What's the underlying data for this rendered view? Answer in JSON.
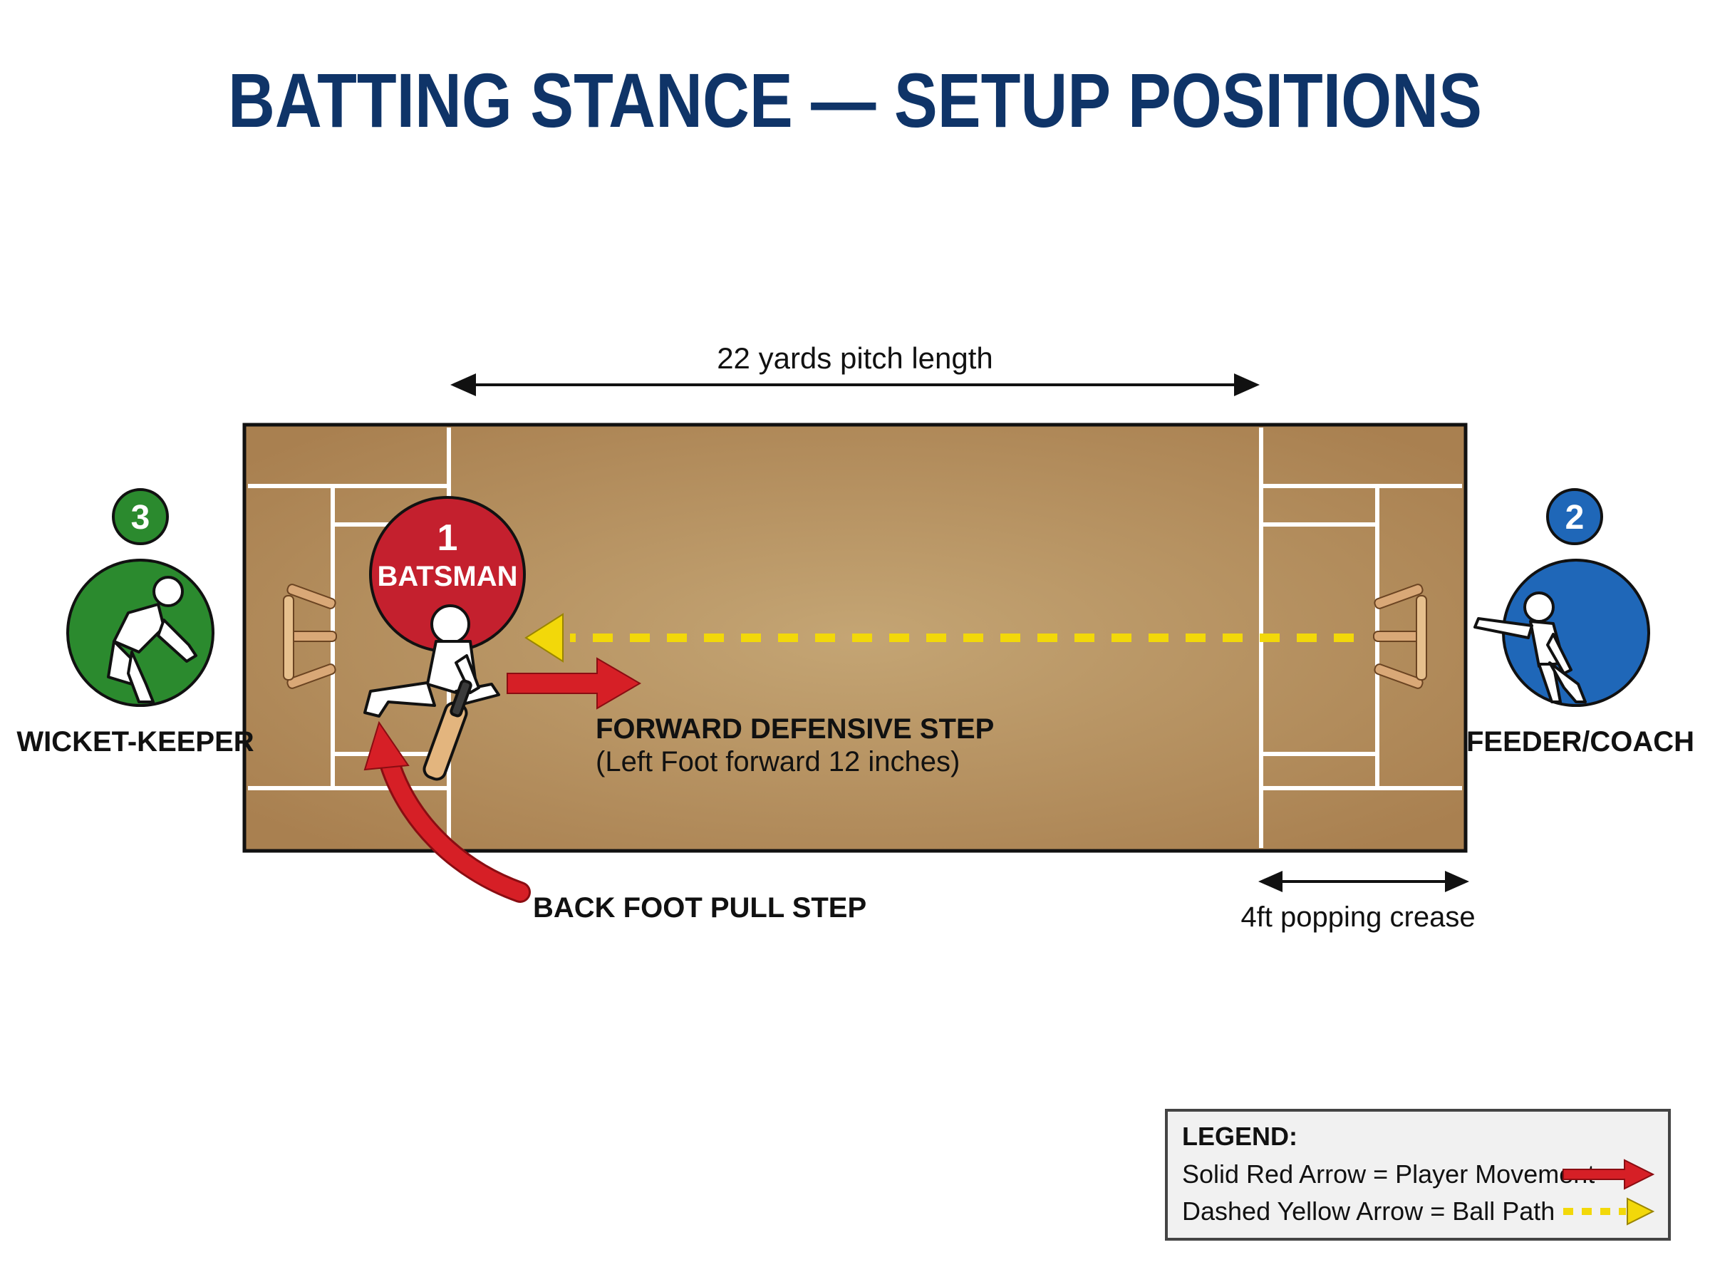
{
  "title": "BATTING STANCE — SETUP POSITIONS",
  "measurements": {
    "pitch_length": "22 yards pitch length",
    "popping_crease": "4ft popping crease"
  },
  "players": [
    {
      "number": "1",
      "role": "BATSMAN",
      "color": "#c4202e"
    },
    {
      "number": "2",
      "role": "FEEDER/COACH",
      "color": "#1f67b8"
    },
    {
      "number": "3",
      "role": "WICKET-KEEPER",
      "color": "#2b8a2e"
    }
  ],
  "movements": {
    "forward_title": "FORWARD DEFENSIVE STEP",
    "forward_detail": "(Left Foot forward 12 inches)",
    "back_foot": "BACK FOOT PULL STEP"
  },
  "legend": {
    "title": "LEGEND:",
    "items": [
      {
        "text": "Solid Red Arrow = Player Movement",
        "icon": "solid-red-arrow-icon"
      },
      {
        "text": "Dashed Yellow Arrow = Ball Path",
        "icon": "dashed-yellow-arrow-icon"
      }
    ]
  },
  "colors": {
    "title": "#0f3468",
    "pitch": "#b08a55",
    "movement_arrow": "#d61f26",
    "ball_path": "#f2d80a",
    "batsman": "#c4202e",
    "coach": "#1f67b8",
    "keeper": "#2b8a2e"
  }
}
